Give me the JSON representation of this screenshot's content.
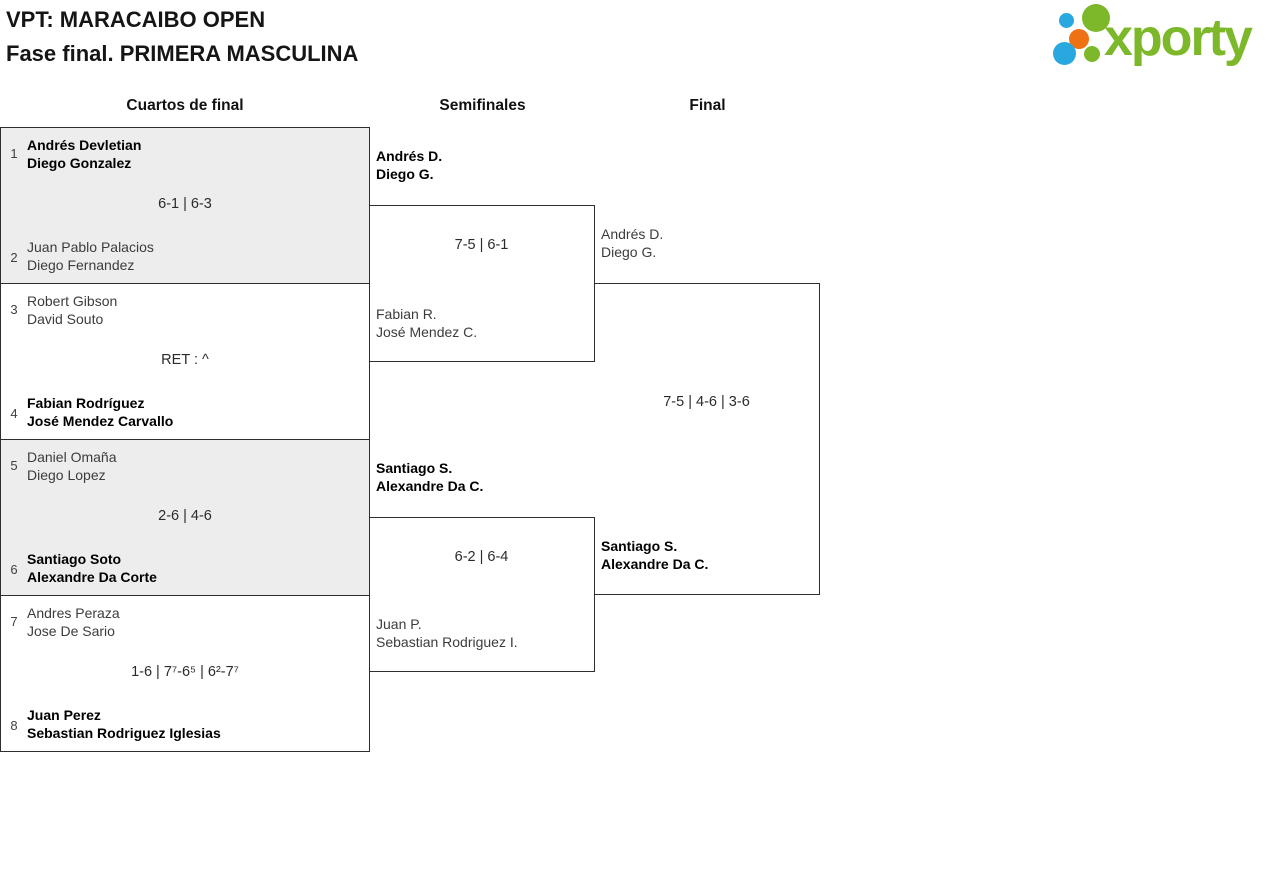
{
  "header": {
    "title_line1": "VPT: MARACAIBO OPEN",
    "title_line2": "Fase final. PRIMERA MASCULINA"
  },
  "logo": {
    "text": "xporty",
    "colors": {
      "brand-green": "#7cb82a",
      "brand-blue": "#29a8e0",
      "brand-orange": "#ee7213"
    },
    "dots": [
      "blue-small",
      "green-large",
      "orange",
      "blue-large",
      "green-small"
    ]
  },
  "rounds": [
    {
      "label": "Cuartos de final",
      "matches": [
        {
          "seed_top": "1",
          "team_top": [
            "Andrés Devletian",
            "Diego Gonzalez"
          ],
          "top_winner": true,
          "seed_bottom": "2",
          "team_bottom": [
            "Juan Pablo Palacios",
            "Diego Fernandez"
          ],
          "bottom_winner": false,
          "score": "6-1 | 6-3",
          "shaded": true
        },
        {
          "seed_top": "3",
          "team_top": [
            "Robert Gibson",
            "David Souto"
          ],
          "top_winner": false,
          "seed_bottom": "4",
          "team_bottom": [
            "Fabian Rodríguez",
            "José Mendez Carvallo"
          ],
          "bottom_winner": true,
          "score": "RET : ^",
          "shaded": false
        },
        {
          "seed_top": "5",
          "team_top": [
            "Daniel Omaña",
            "Diego Lopez"
          ],
          "top_winner": false,
          "seed_bottom": "6",
          "team_bottom": [
            "Santiago Soto",
            "Alexandre Da Corte"
          ],
          "bottom_winner": true,
          "score": "2-6 | 4-6",
          "shaded": true
        },
        {
          "seed_top": "7",
          "team_top": [
            "Andres Peraza",
            "Jose De Sario"
          ],
          "top_winner": false,
          "seed_bottom": "8",
          "team_bottom": [
            "Juan Perez",
            "Sebastian Rodriguez Iglesias"
          ],
          "bottom_winner": true,
          "score": "1-6 | 7⁷-6⁵ | 6²-7⁷",
          "shaded": false
        }
      ]
    },
    {
      "label": "Semifinales",
      "matches": [
        {
          "team_top": [
            "Andrés D.",
            "Diego G."
          ],
          "top_winner": true,
          "team_bottom": [
            "Fabian R.",
            "José Mendez C."
          ],
          "bottom_winner": false,
          "score": "7-5 | 6-1"
        },
        {
          "team_top": [
            "Santiago S.",
            "Alexandre Da C."
          ],
          "top_winner": true,
          "team_bottom": [
            "Juan P.",
            "Sebastian Rodriguez I."
          ],
          "bottom_winner": false,
          "score": "6-2 | 6-4"
        }
      ]
    },
    {
      "label": "Final",
      "matches": [
        {
          "team_top": [
            "Andrés D.",
            "Diego G."
          ],
          "top_winner": false,
          "team_bottom": [
            "Santiago S.",
            "Alexandre Da C."
          ],
          "bottom_winner": true,
          "score": "7-5 | 4-6 | 3-6"
        }
      ]
    }
  ]
}
